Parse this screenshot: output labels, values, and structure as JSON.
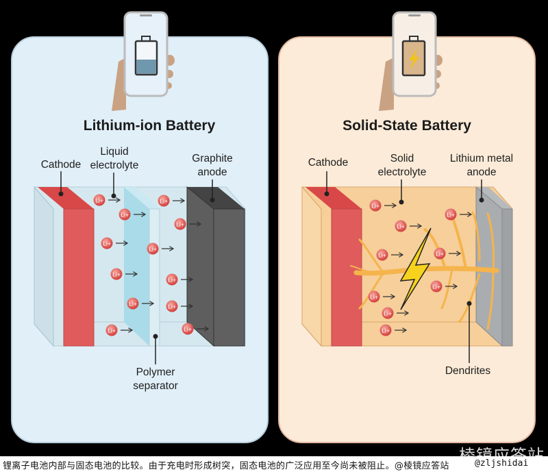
{
  "left_panel": {
    "title": "Lithium-ion Battery",
    "phone_icon": "battery-half-icon",
    "labels": {
      "cathode": "Cathode",
      "electrolyte_line1": "Liquid",
      "electrolyte_line2": "electrolyte",
      "anode_line1": "Graphite",
      "anode_line2": "anode",
      "separator_line1": "Polymer",
      "separator_line2": "separator"
    },
    "ion_label": "Li+",
    "colors": {
      "background": "#e1eff8",
      "cathode": "#e05c5c",
      "anode": "#5a5a5a",
      "separator": "#a9dbe8"
    }
  },
  "right_panel": {
    "title": "Solid-State Battery",
    "phone_icon": "battery-lightning-icon",
    "labels": {
      "cathode": "Cathode",
      "electrolyte_line1": "Solid",
      "electrolyte_line2": "electrolyte",
      "anode_line1": "Lithium metal",
      "anode_line2": "anode",
      "dendrites": "Dendrites"
    },
    "ion_label": "Li+",
    "colors": {
      "background": "#fbebd8",
      "cathode": "#e05c5c",
      "anode": "#a9adb0",
      "electrolyte": "#f6cf9a",
      "dendrite": "#f5b44c",
      "lightning": "#f7d21c"
    }
  },
  "caption": "锂离子电池内部与固态电池的比较。由于充电时形成树突，固态电池的广泛应用至今尚未被阻止。@棱镜应答站",
  "handle": "@zljshidai",
  "watermark": "棱镜应答站"
}
